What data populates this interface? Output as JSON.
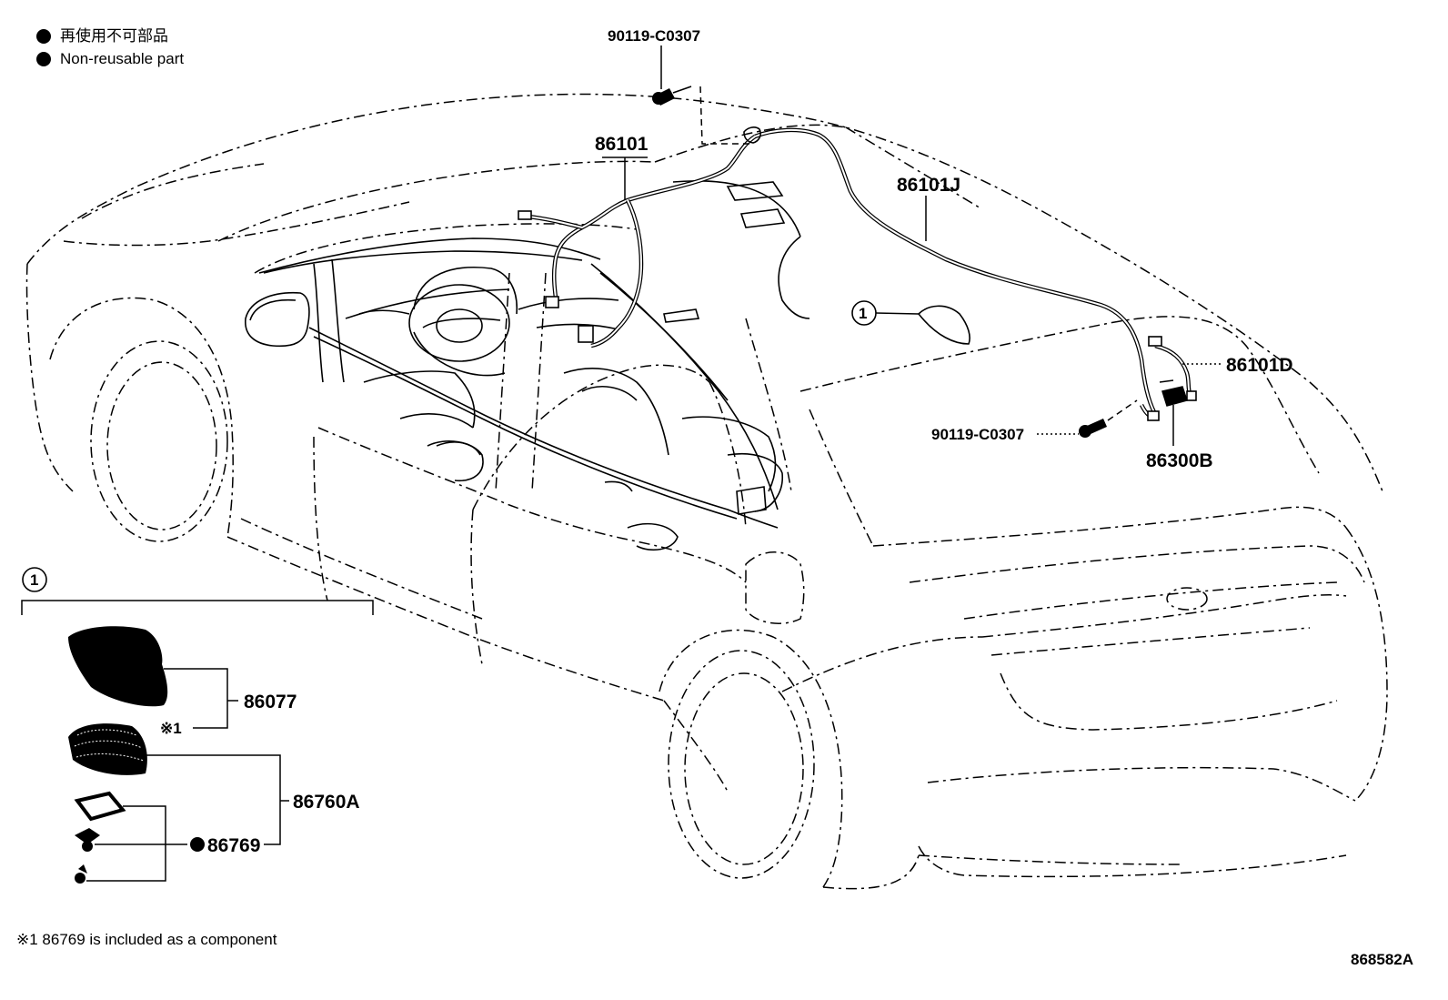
{
  "legend": {
    "jp": "再使用不可部品",
    "en": "Non-reusable part"
  },
  "parts": {
    "p_90119_top": "90119-C0307",
    "p_86101": "86101",
    "p_86101J": "86101J",
    "p_86101D": "86101D",
    "p_90119_mid": "90119-C0307",
    "p_86300B": "86300B",
    "p_86077": "86077",
    "p_86760A": "86760A",
    "p_86769": "86769"
  },
  "callouts": {
    "roof_marker": "1",
    "inset_marker": "1",
    "note_mark": "※1"
  },
  "footnote": "※1 86769 is included as a component",
  "diagram_ref": "868582A"
}
